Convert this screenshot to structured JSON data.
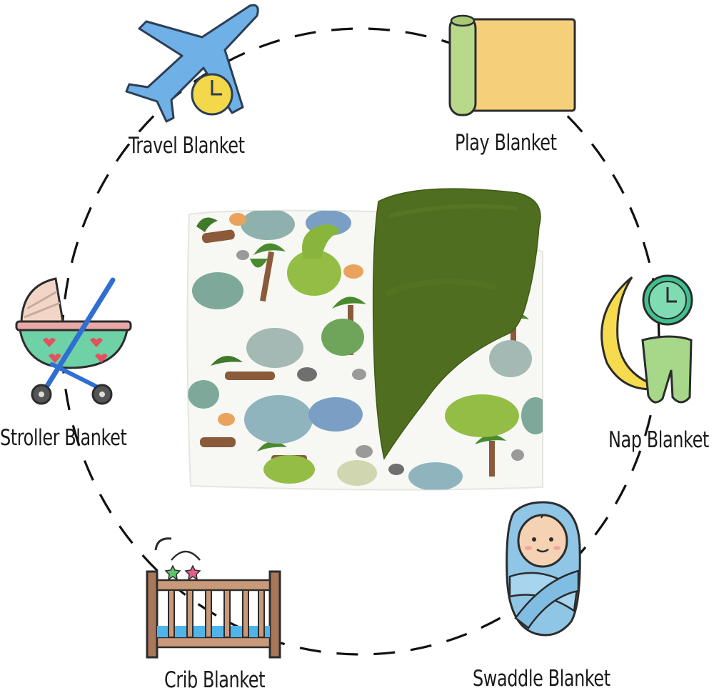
{
  "uses": {
    "travel": {
      "label": "Travel Blanket",
      "icon": "airplane-clock-icon"
    },
    "play": {
      "label": "Play Blanket",
      "icon": "play-mat-roll-icon"
    },
    "stroller": {
      "label": "Stroller Blanket",
      "icon": "baby-stroller-icon"
    },
    "nap": {
      "label": "Nap Blanket",
      "icon": "moon-clock-icon"
    },
    "crib": {
      "label": "Crib Blanket",
      "icon": "baby-crib-icon"
    },
    "swaddle": {
      "label": "Swaddle Blanket",
      "icon": "swaddled-baby-icon"
    }
  },
  "product": {
    "image": "dinosaur-print-blanket-folded",
    "colors": {
      "minky_back": "#4f6e1f",
      "print_bg": "#f7f8f4"
    }
  }
}
